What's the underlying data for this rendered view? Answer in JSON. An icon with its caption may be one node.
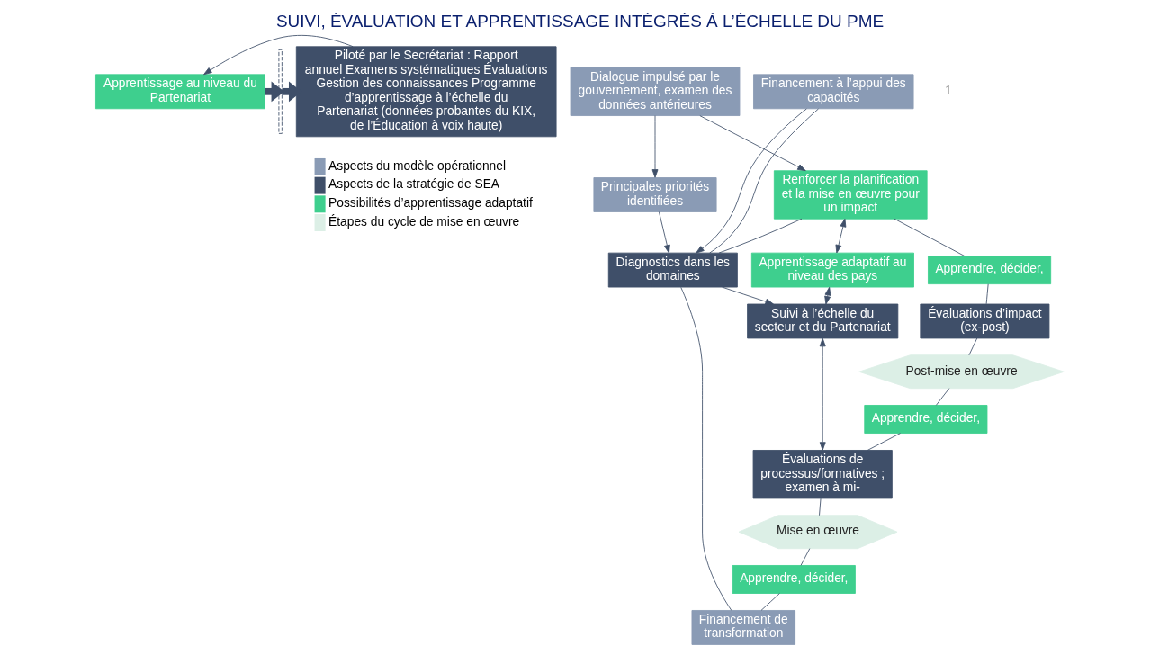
{
  "diagram": {
    "title": "SUIVI, ÉVALUATION ET APPRENTISSAGE INTÉGRÉS À L’ÉCHELLE DU PME",
    "nodes": [
      {
        "text": [
          "Apprentissage au niveau du Partenariat"
        ]
      },
      {
        "text": [
          "Piloté par le Secrétariat : Rapport annuel Examens systématiques Évaluations Gestion des connaissances Programme d’apprentissage à l’échelle du Partenariat (données probantes du KIX, de l’Éducation à voix haute)"
        ]
      },
      {
        "text": [],
        "shape": "bar"
      },
      {
        "text": [
          "Dialogue impulsé par le gouvernement, examen des données antérieures"
        ]
      },
      {
        "text": [
          "Principales priorités identifiées"
        ]
      },
      {
        "text": [
          "Financement à l’appui des capacités"
        ]
      },
      {
        "text": [
          "Renforcer la planification et la mise en œuvre pour un impact"
        ]
      },
      {
        "text": [
          "Apprendre, décider,"
        ]
      },
      {
        "text": [
          "Diagnostics dans les domaines"
        ]
      },
      {
        "text": [
          "Évaluations d’impact (ex-post)"
        ]
      },
      {
        "text": [
          "Apprentissage adaptatif au niveau des pays"
        ]
      },
      {
        "text": [
          "Financement de transformation"
        ]
      },
      {
        "text": [
          "Post-mise en œuvre"
        ]
      },
      {
        "text": [
          "Suivi à l’échelle du secteur et du Partenariat"
        ]
      },
      {
        "text": [
          "Apprendre, décider,"
        ]
      },
      {
        "text": [
          "Apprendre, décider,"
        ]
      },
      {
        "text": [
          "Mise en œuvre"
        ]
      },
      {
        "text": [
          "Évaluations de processus/formatives ; examen à mi-"
        ]
      }
    ],
    "edges": [
      {
        "from": 1,
        "to": 0,
        "arrow": "to"
      },
      {
        "from": 0,
        "to": 2,
        "arrow": "to",
        "style": "thick"
      },
      {
        "from": 2,
        "to": 1,
        "arrow": "to",
        "style": "thick"
      },
      {
        "from": 3,
        "to": 4,
        "arrow": "to"
      },
      {
        "from": 3,
        "to": 6,
        "arrow": "to"
      },
      {
        "from": 4,
        "to": 8,
        "arrow": "to"
      },
      {
        "from": 5,
        "to": 8,
        "arrow": "to"
      },
      {
        "from": 8,
        "to": 5,
        "arrow": "none"
      },
      {
        "from": 6,
        "to": 10,
        "arrow": "both"
      },
      {
        "from": 10,
        "to": 13,
        "arrow": "both"
      },
      {
        "from": 13,
        "to": 17,
        "arrow": "both"
      },
      {
        "from": 8,
        "to": 13,
        "arrow": "to"
      },
      {
        "from": 6,
        "to": 7,
        "arrow": "none"
      },
      {
        "from": 7,
        "to": 9,
        "arrow": "none"
      },
      {
        "from": 9,
        "to": 12,
        "arrow": "none"
      },
      {
        "from": 12,
        "to": 15,
        "arrow": "none"
      },
      {
        "from": 15,
        "to": 17,
        "arrow": "none"
      },
      {
        "from": 17,
        "to": 16,
        "arrow": "none"
      },
      {
        "from": 16,
        "to": 14,
        "arrow": "none"
      },
      {
        "from": 14,
        "to": 11,
        "arrow": "none"
      },
      {
        "from": 11,
        "to": 8,
        "arrow": "none"
      },
      {
        "from": 8,
        "to": 6,
        "arrow": "none"
      }
    ],
    "labels": [
      "1"
    ],
    "legend": [
      {
        "text": "Aspects du modèle opérationnel",
        "color": "#8a9bb5"
      },
      {
        "text": "Aspects de la stratégie de SEA",
        "color": "#3f4f69"
      },
      {
        "text": "Possibilités d’apprentissage adaptatif",
        "color": "#3ecf8e"
      },
      {
        "text": "Étapes du cycle de mise en œuvre",
        "color": "#dcefe6"
      }
    ]
  }
}
